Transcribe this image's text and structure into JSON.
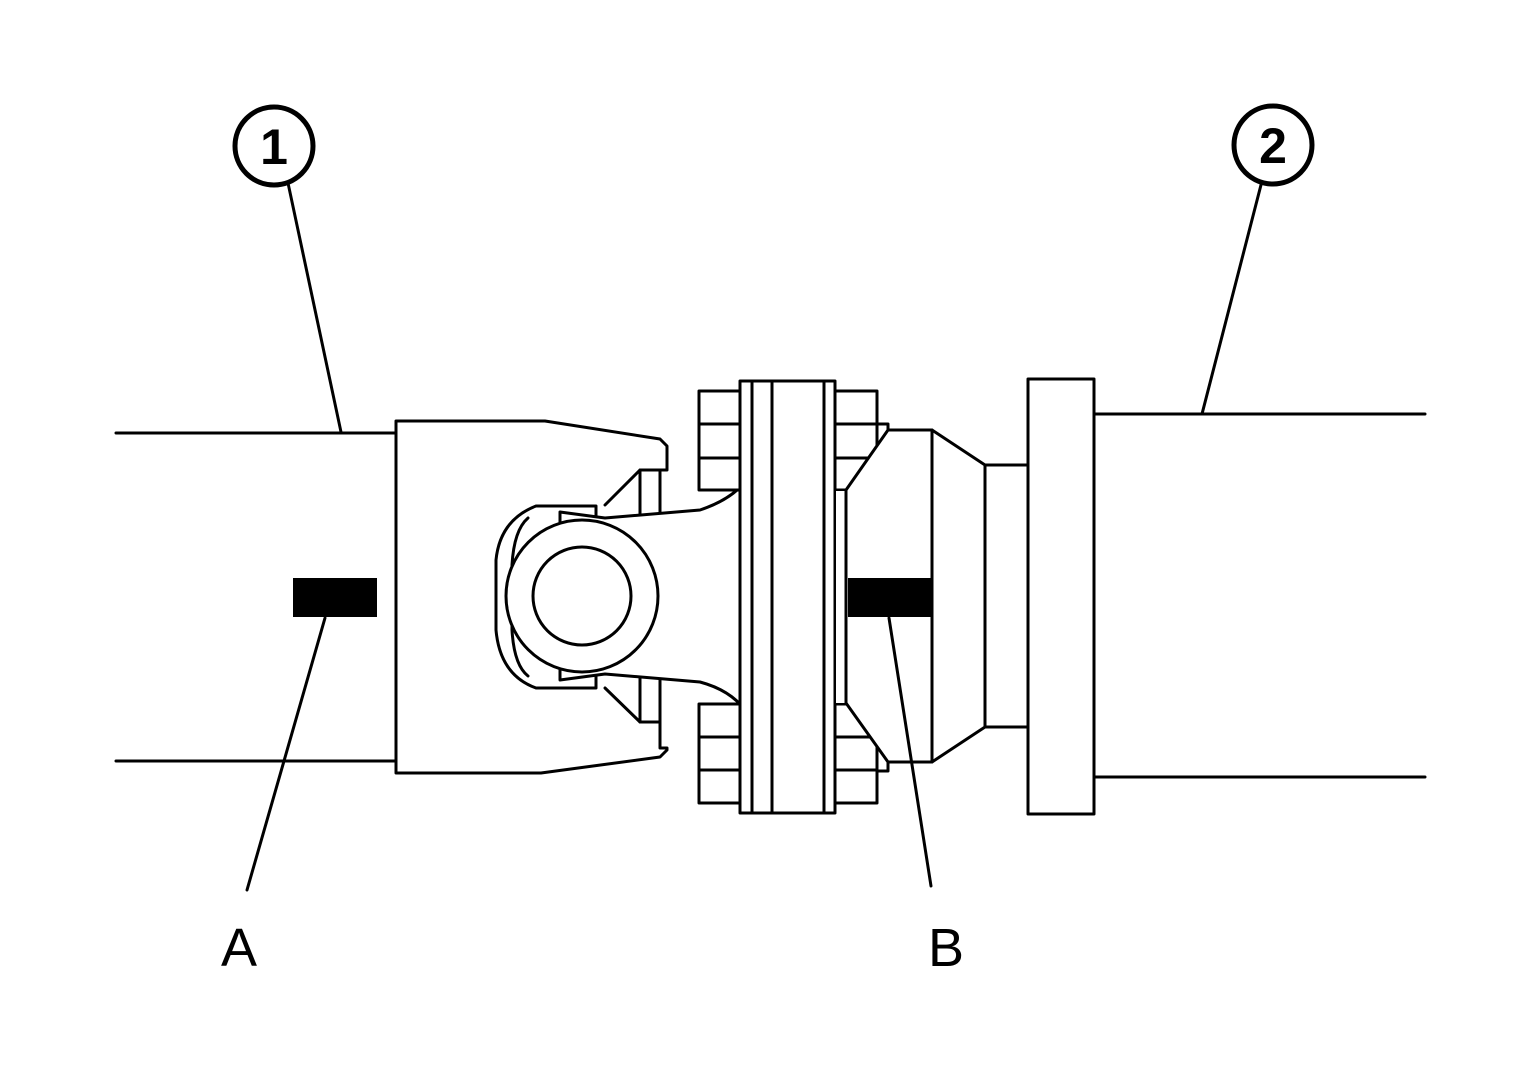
{
  "callouts": {
    "part_1": "1",
    "part_2": "2",
    "mark_a": "A",
    "mark_b": "B"
  },
  "colors": {
    "line": "#000000",
    "background": "#ffffff"
  }
}
